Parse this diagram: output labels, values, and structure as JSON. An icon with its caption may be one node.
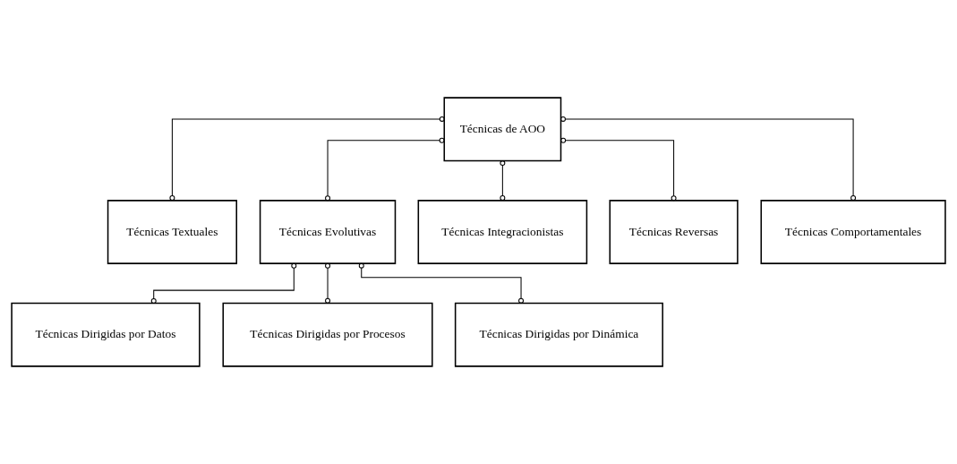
{
  "diagram": {
    "nodes": [
      {
        "text": [
          "Técnicas de AOO"
        ]
      },
      {
        "text": [
          "Técnicas Textuales"
        ]
      },
      {
        "text": [
          "Técnicas Evolutivas"
        ]
      },
      {
        "text": [
          "Técnicas Integracionistas"
        ]
      },
      {
        "text": [
          "Técnicas Reversas"
        ]
      },
      {
        "text": [
          "Técnicas Comportamentales"
        ]
      },
      {
        "text": [
          "Técnicas Dirigidas por Datos"
        ]
      },
      {
        "text": [
          "Técnicas Dirigidas por Procesos"
        ]
      },
      {
        "text": [
          "Técnicas Dirigidas por Dinámica"
        ]
      }
    ],
    "edges": [
      {
        "from": 0,
        "to": 1,
        "arrow": "other"
      },
      {
        "from": 0,
        "to": 2,
        "arrow": "other"
      },
      {
        "from": 0,
        "to": 3,
        "arrow": "other"
      },
      {
        "from": 0,
        "to": 4,
        "arrow": "other"
      },
      {
        "from": 0,
        "to": 5,
        "arrow": "other"
      },
      {
        "from": 2,
        "to": 6,
        "arrow": "other"
      },
      {
        "from": 2,
        "to": 7,
        "arrow": "other"
      },
      {
        "from": 2,
        "to": 8,
        "arrow": "other"
      }
    ]
  }
}
